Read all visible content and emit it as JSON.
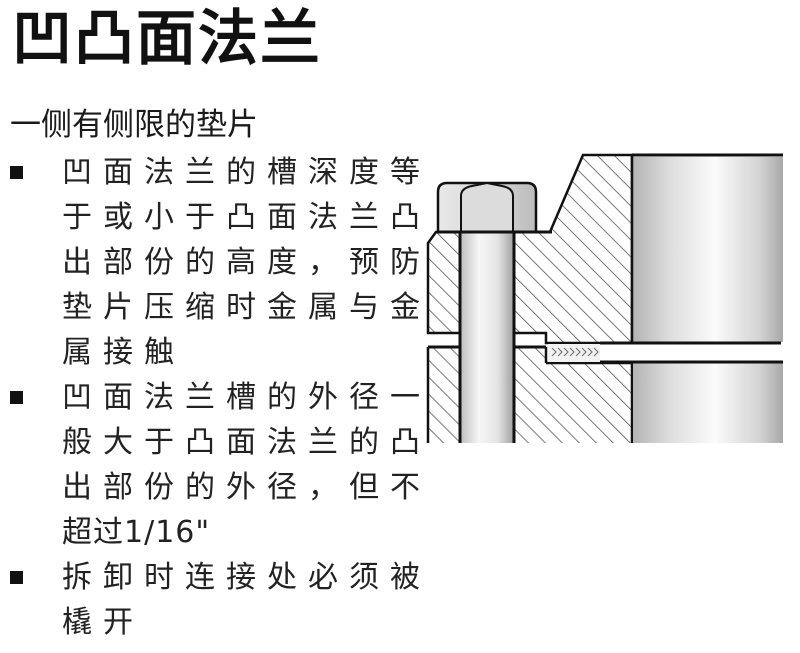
{
  "slide": {
    "title": "凹凸面法兰",
    "subtitle": "一侧有侧限的垫片",
    "bullets": [
      {
        "text": "凹面法兰的槽深度等于或小于凸面法兰凸出部份的高度，预防垫片压缩时金属与金属接触",
        "lines": [
          "凹面法兰的槽深度等",
          "于或小于凸面法兰凸",
          "出部份的高度，预防",
          "垫片压缩时金属与金",
          "属接触"
        ]
      },
      {
        "text": "凹面法兰槽的外径一般大于凸面法兰的凸出部份的外径，但不超过1/16\"",
        "lines": [
          "凹面法兰槽的外径一",
          "般大于凸面法兰的凸",
          "出部份的外径，但不",
          "超过1/16\""
        ]
      },
      {
        "text": "拆卸时连接处必须被橇开",
        "lines": [
          "拆卸时连接处必须被",
          "橇开"
        ]
      }
    ]
  },
  "diagram": {
    "description": "Cross-section of a male-female (凹凸面) flange joint with bolt, nut, gasket and pipe bore",
    "colors": {
      "outline": "#111111",
      "hatch": "#555555",
      "metal_light": "#f4f4f4",
      "metal_dark": "#a8a8a8"
    }
  }
}
